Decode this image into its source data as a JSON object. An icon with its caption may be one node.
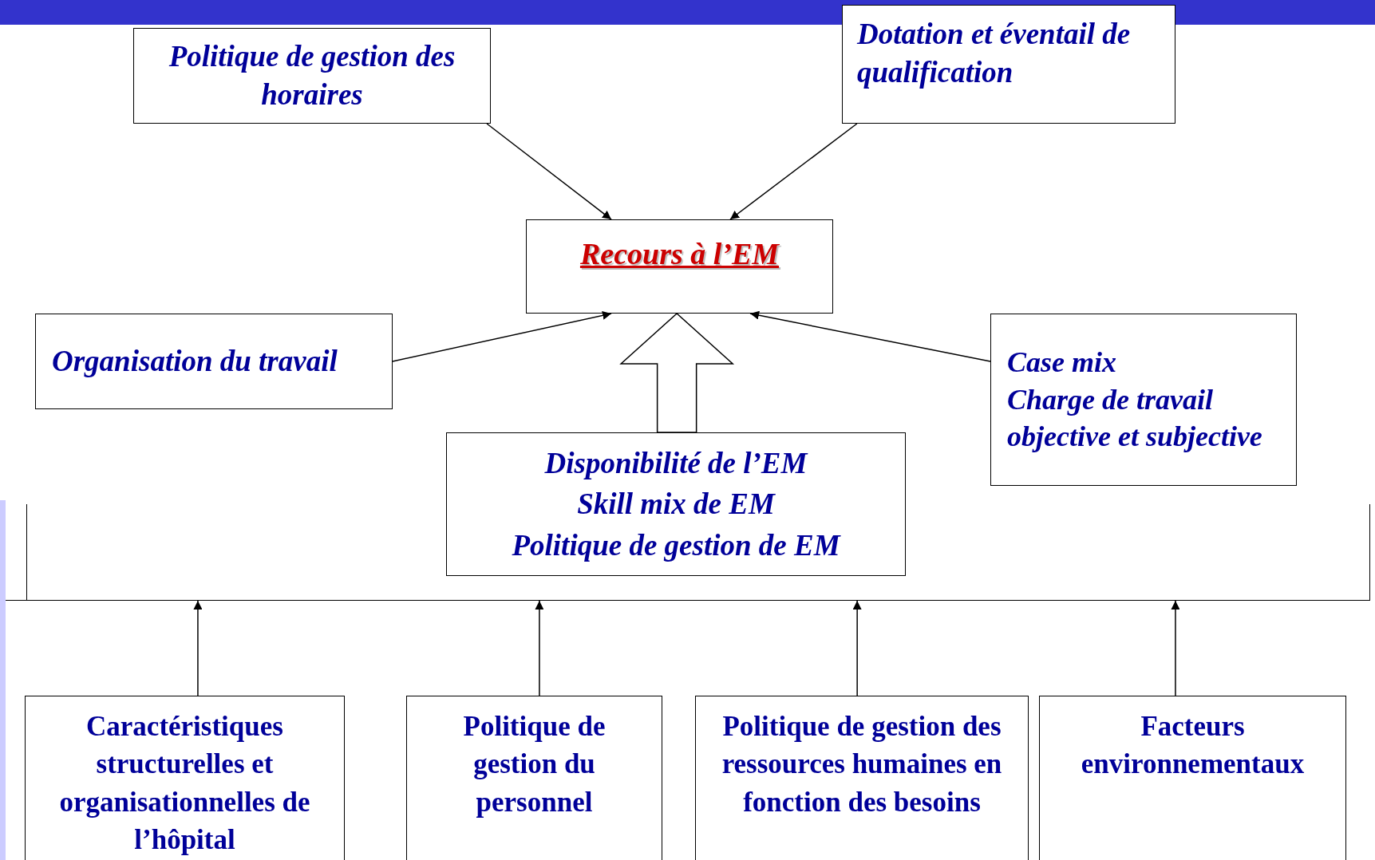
{
  "diagram": {
    "nodes": [
      {
        "text": [
          "Politique de gestion des horaires"
        ]
      },
      {
        "text": [
          "Dotation et éventail de qualification"
        ]
      },
      {
        "text": [
          "Recours à l’EM"
        ]
      },
      {
        "text": [
          "Organisation du travail"
        ]
      },
      {
        "text": [
          "Case mix",
          "Charge de travail objective et subjective"
        ]
      },
      {
        "text": [
          "Disponibilité de l’EM",
          "Skill mix de EM",
          "Politique de gestion de EM"
        ]
      },
      {
        "text": [
          "Caractéristiques structurelles et organisationnelles de l’hôpital"
        ]
      },
      {
        "text": [
          "Politique de gestion du personnel"
        ]
      },
      {
        "text": [
          "Politique de gestion des ressources humaines en fonction des besoins"
        ]
      },
      {
        "text": [
          "Facteurs environnementaux"
        ]
      },
      {
        "text": [],
        "shape": "bar"
      }
    ],
    "edges": [
      {
        "from": 0,
        "to": 2,
        "arrow": "to"
      },
      {
        "from": 1,
        "to": 2,
        "arrow": "to"
      },
      {
        "from": 3,
        "to": 2,
        "arrow": "to"
      },
      {
        "from": 4,
        "to": 2,
        "arrow": "to"
      },
      {
        "from": 5,
        "to": 2,
        "arrow": "to",
        "style": "thick"
      },
      {
        "from": 6,
        "to": 10,
        "arrow": "to"
      },
      {
        "from": 7,
        "to": 10,
        "arrow": "to"
      },
      {
        "from": 8,
        "to": 10,
        "arrow": "to"
      },
      {
        "from": 9,
        "to": 10,
        "arrow": "to"
      }
    ]
  }
}
